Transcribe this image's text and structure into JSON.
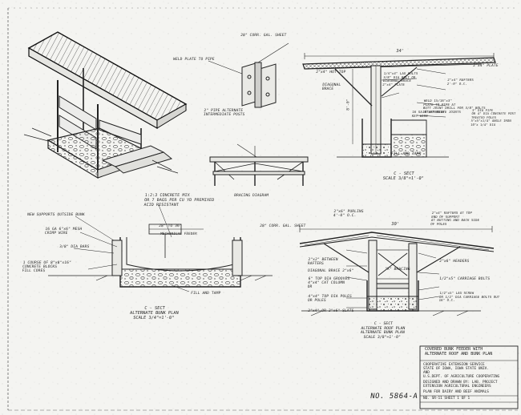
{
  "drawing": {
    "number": "NO. 5864-A",
    "sheet_label": "NO. SR-11       SHEET 1 OF 1",
    "title_block": [
      "COVERED BUNK FEEDER WITH",
      "ALTERNATE ROOF AND BUNK PLAN",
      "COOPERATIVE EXTENSION SERVICE",
      "STATE OF IOWA, IOWA STATE UNIV.",
      "AND",
      "U.S.DEPT. OF AGRICULTURE COOPERATING",
      "DESIGNED AND DRAWN BY: LAB. PROJECT",
      "EXTENSION AGRICULTURAL ENGINEERS",
      "PLAN FOR DAIRY AND BEEF ANIMALS"
    ]
  },
  "labels": {
    "weld_plate": "WELD PLATE TO PIPE",
    "cor_gal_sheet_top": "28\" CORR. GAL. SHEET",
    "alt_posts": "2\" PIPE ALTERNATE\nINTERMEDIATE POSTS",
    "dim_top": "34'",
    "eave_top": "2\"x4\" PLATE",
    "purlins_top": "2\"x4\" HOT TOP",
    "diagonal_brace": "DIAGONAL\nBRACE",
    "bolts_top": "1/4\"x4\" LAG BOLTS\n3/8\" DIA BOLT OR\nDIAGONAL BRACE\n2\"x4\" PLATE",
    "weld_plate_right": "WELD 15/16\"x3\"\nPLATE TO PIPE AT\nBUTT JOINT DRILL FOR 3/8\" BOLTS\nINTERMEDIATE JOINTS",
    "rafters": "2\"x4\" RAFTERS\n2'-0\" O.C.",
    "dia_pipe": "3\" DIA PIPE\nOR 4\" DIA CONCRETE POST\nTREATED POLES\n5\"x5\"x1/4\" ANGLE IRON\n10\"x 1/4\" DIA",
    "wire_mesh_top": "16 GA 6\"x6\" MESH\nKEY WIRE",
    "fill_gravel_top": "FILL AND TAMP",
    "dim_8ft": "8'-0\"",
    "section_top": "C - SECT\nSCALE 3/8\"=1'-0\"",
    "bracing_diagram": "BRACING DIAGRAM",
    "concrete_note": "1:2:3 CONCRETE MIX\nOR 7 BAGS PER CU YD PREMIXED\nACID RESISTANT",
    "bolts_left": "NEW SUPPORTS OUTSIDE BUNK",
    "wire_mesh_left": "16 GA 6\"x6\" MESH\nCRIMP WIRE",
    "dia_bars": "3/8\" DIA BARS",
    "curbs": "1 COURSE OF 8\"x8\"x16\"\nCONCRETE BLOCKS\nFILL CORES",
    "mechanical_feeder": "MECHANICAL FEEDER",
    "fill_and_tamp": "FILL AND TAMP",
    "dim_left_top": "28\" TO 36\"",
    "section_left": "C - SECT\nALTERNATE BUNK PLAN\nSCALE 3/4\"=1'-0\"",
    "purlins_right": "2\"x6\" PURLINS\n4'-0\" O.C.",
    "cor_gal_sheet_right": "28\" CORR. GAL. SHEET",
    "dim_30": "30'",
    "rafter_notes": "2\"x4\" RAFTERS AT TOP\nEND OF SUPPORT\nAT BUTTING AND BACK SIDE\nOF POLES",
    "between_rafters": "2\"x2\" BETWEEN\nRAFTERS",
    "diagonal_brace_right": "DIAGONAL BRACE 2\"x6\"",
    "x_bracing": "\"X\" BRACING",
    "headers": "2\"x6\" HEADERS",
    "top_dia_grooves": "6\" TOP DIA GROOVES\n4\"x4\" CAT COLUMN\nOR",
    "carriage_bolts": "1/2\"x5\" CARRIAGE BOLTS",
    "lag_screw": "1/2\"x5\" LAG SCREW\nOR 1/2\" DIA CARRIAGE BOLTS OUT\n16\" O.C.",
    "pole_spacing": "4\"x4\" TOP DIA POLES\nOR POLES",
    "gravel_note": "2\"x4\" OR 2\"x6\" SLATS",
    "section_right": "C - SECT\nALTERNATE ROOF PLAN\nALTERNATE BUNK PLAN\nSCALE 3/8\"=1'-0\""
  }
}
